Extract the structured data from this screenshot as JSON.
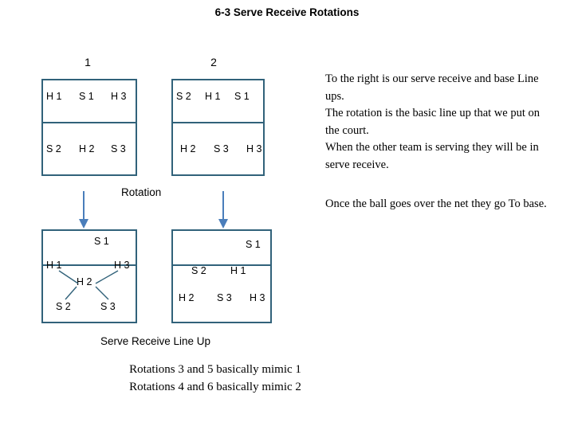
{
  "title": "6-3 Serve Receive\nRotations",
  "colors": {
    "court_border": "#31627a",
    "arrow": "#4a7ebb",
    "text": "#000000"
  },
  "courts": {
    "top_left": {
      "number": "1",
      "front_row": [
        "H 1",
        "S 1",
        "H 3"
      ],
      "back_row": [
        "S 2",
        "H 2",
        "S 3"
      ]
    },
    "top_right": {
      "number": "2",
      "front_row": [
        "S 2",
        "H 1",
        "S 1"
      ],
      "back_row": [
        "H 2",
        "S 3",
        "H 3"
      ]
    },
    "bottom_left": {
      "setter": "S 1",
      "row_mid": [
        "H 1",
        "H 3"
      ],
      "center": "H 2",
      "row_back": [
        "S 2",
        "S 3"
      ]
    },
    "bottom_right": {
      "setter": "S 1",
      "row_mid": [
        "S 2",
        "H 1"
      ],
      "row_back": [
        "H 2",
        "S 3",
        "H 3"
      ]
    }
  },
  "rotation_label": "Rotation",
  "side_text": {
    "paragraph1": "To the right is our serve receive and base Line ups.\nThe rotation is the basic line  up that we put on the court.\nWhen the other team is serving they will  be in serve receive.",
    "paragraph2": "Once the ball goes over the net they go To base."
  },
  "captions": {
    "serve_receive": "Serve Receive Line Up",
    "note1": "Rotations  3 and 5 basically mimic 1",
    "note2": "Rotations  4 and 6 basically mimic 2"
  }
}
